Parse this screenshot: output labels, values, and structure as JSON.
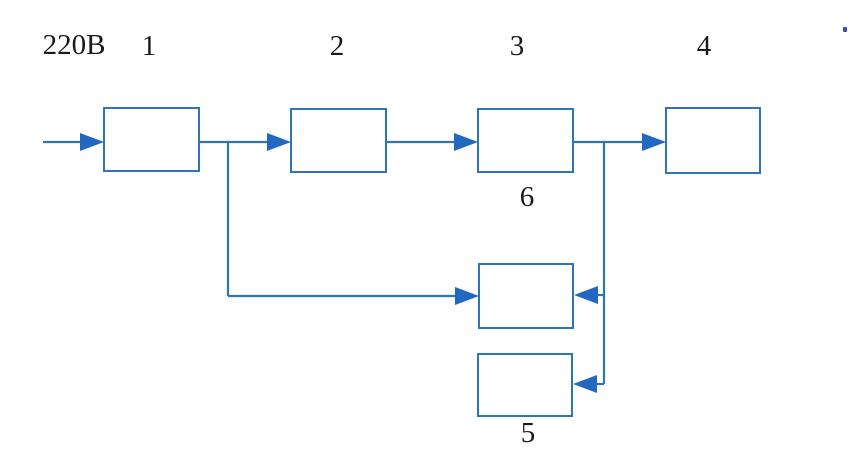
{
  "diagram": {
    "input_label": "220В",
    "block_labels": {
      "b1": "1",
      "b2": "2",
      "b3": "3",
      "b4": "4",
      "b5": "5",
      "b6": "6"
    },
    "colors": {
      "line": "#2e75b6",
      "arrowhead": "#2368c0",
      "text": "#1a1a1a",
      "background": "#ffffff",
      "stray": "#4444cc"
    }
  }
}
